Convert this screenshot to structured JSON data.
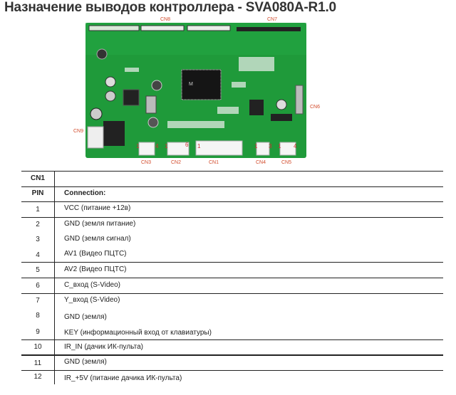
{
  "title": "Назначение выводов контроллера - SVA080A-R1.0",
  "board": {
    "connectors": [
      "CN8",
      "CN7",
      "CN6",
      "CN9",
      "CN3",
      "CN2",
      "CN1",
      "CN4",
      "CN5"
    ],
    "pin_marks": {
      "cn3": [
        "1",
        "4"
      ],
      "cn2": [
        "1",
        "6"
      ],
      "cn1": [
        "1"
      ],
      "cn4": [
        "1",
        "3"
      ],
      "cn5": [
        "1",
        "4"
      ]
    },
    "colors": {
      "pcb": "#1f9a3a",
      "label": "#d24a2a"
    }
  },
  "table": {
    "connector": "CN1",
    "pin_header": "PIN",
    "connection_header": "Connection:",
    "rows": [
      {
        "pin": "1",
        "connection": "VCC (питание +12в)"
      },
      {
        "pin": "2",
        "connection": "GND (земля питание)"
      },
      {
        "pin": "3",
        "connection": "GND (земля сигнал)"
      },
      {
        "pin": "4",
        "connection": "AV1 (Видео ПЦТС)"
      },
      {
        "pin": "5",
        "connection": "AV2 (Видео ПЦТС)"
      },
      {
        "pin": "6",
        "connection": "C_вход (S-Video)"
      },
      {
        "pin": "7",
        "connection": "Y_вход (S-Video)"
      },
      {
        "pin": "8",
        "connection": "GND (земля)"
      },
      {
        "pin": "9",
        "connection": "KEY (информационный вход от клавиатуры)"
      },
      {
        "pin": "10",
        "connection": "IR_IN (дачик ИК-пульта)"
      },
      {
        "pin": "11",
        "connection": "GND (земля)"
      },
      {
        "pin": "12",
        "connection": "IR_+5V (питание дачика ИК-пульта)"
      }
    ]
  }
}
